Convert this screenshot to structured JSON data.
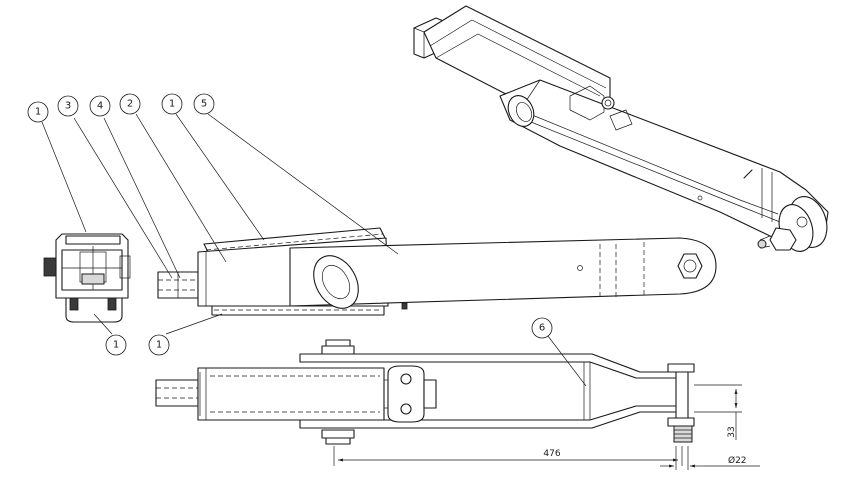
{
  "balloons": [
    {
      "id": "b1",
      "label": "1"
    },
    {
      "id": "b2",
      "label": "3"
    },
    {
      "id": "b3",
      "label": "4"
    },
    {
      "id": "b4",
      "label": "2"
    },
    {
      "id": "b5",
      "label": "1"
    },
    {
      "id": "b6",
      "label": "5"
    },
    {
      "id": "b7",
      "label": "1"
    },
    {
      "id": "b8",
      "label": "1"
    },
    {
      "id": "b9",
      "label": "6"
    }
  ],
  "dimensions": {
    "length": "476",
    "height": "33",
    "diameter": "Ø22"
  }
}
